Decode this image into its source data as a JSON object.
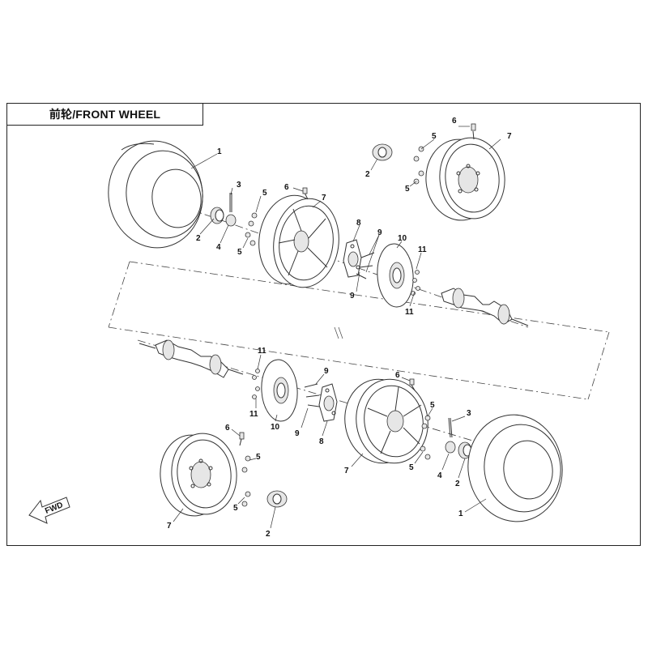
{
  "title": "前轮/FRONT WHEEL",
  "fwd_label": "FWD",
  "callouts": {
    "tire_top": "1",
    "tire_bottom": "1",
    "hubcap_tl": "2",
    "hubcap_tr": "2",
    "hubcap_bl": "2",
    "hubcap_br": "2",
    "pin_top": "3",
    "pin_bottom": "3",
    "nut_top": "4",
    "nut_bottom": "4",
    "lugnut_t1a": "5",
    "lugnut_t1b": "5",
    "lugnut_t2a": "5",
    "lugnut_t2b": "5",
    "lugnut_b1a": "5",
    "lugnut_b1b": "5",
    "lugnut_b2a": "5",
    "lugnut_b2b": "5",
    "valve_t1": "6",
    "valve_t2": "6",
    "valve_b1": "6",
    "valve_b2": "6",
    "rim_t1": "7",
    "rim_t2": "7",
    "rim_b1": "7",
    "rim_b2": "7",
    "hub_top": "8",
    "hub_bottom": "8",
    "bolt_t1": "9",
    "bolt_t2": "9",
    "bolt_b1": "9",
    "bolt_b2": "9",
    "disc_top": "10",
    "disc_bottom": "10",
    "screw_t1": "11",
    "screw_t2": "11",
    "screw_b1": "11",
    "screw_b2": "11"
  }
}
